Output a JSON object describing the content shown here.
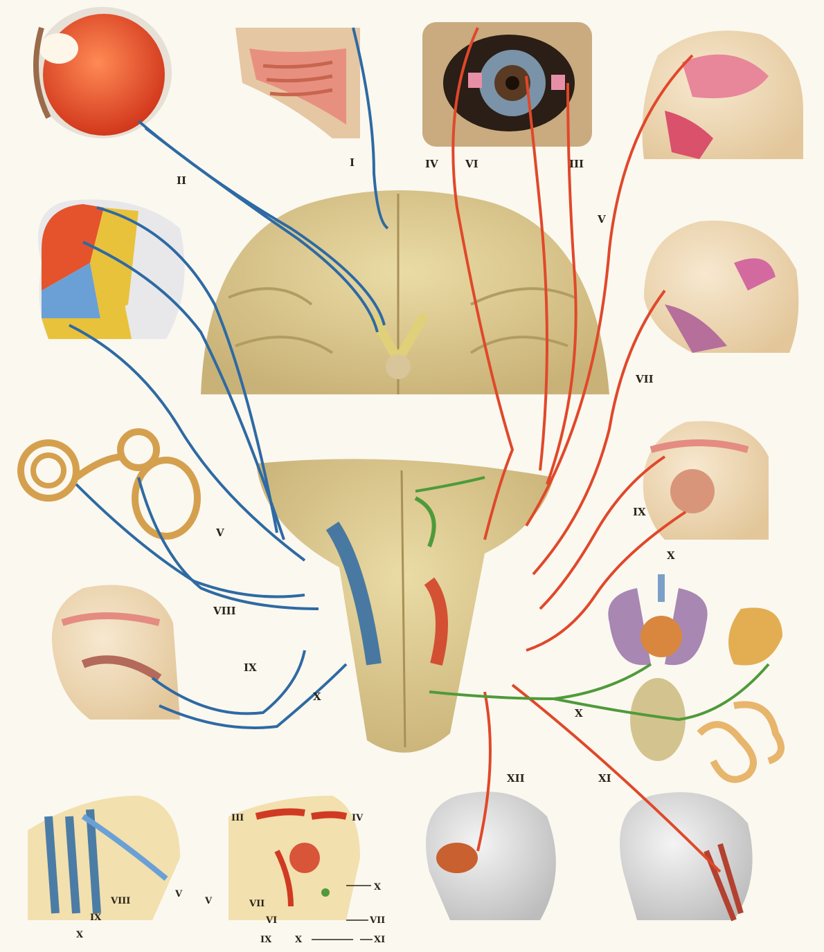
{
  "labels": {
    "olfactory": "I",
    "optic": "II",
    "oculomotor": "III",
    "trochlear": "IV",
    "trigeminal": "V",
    "abducens": "VI",
    "facial": "VII",
    "vestibulocochlear": "VIII",
    "glossopharyngeal": "IX",
    "vagus": "X",
    "accessory": "XI",
    "hypoglossal": "XII"
  },
  "inset_left_labels": [
    "V",
    "VIII",
    "IX",
    "X"
  ],
  "inset_mid_labels": [
    "III",
    "IV",
    "V",
    "VII",
    "X",
    "VI",
    "VII",
    "IX",
    "X",
    "XI"
  ],
  "colors": {
    "sensory": "#2e6aa3",
    "motor": "#e0482a",
    "parasympathetic": "#4f9a3a",
    "brain": "#d9c88f",
    "brain_shade": "#b9a56a",
    "skin": "#f1d9b6",
    "background": "#fbf8f0"
  }
}
